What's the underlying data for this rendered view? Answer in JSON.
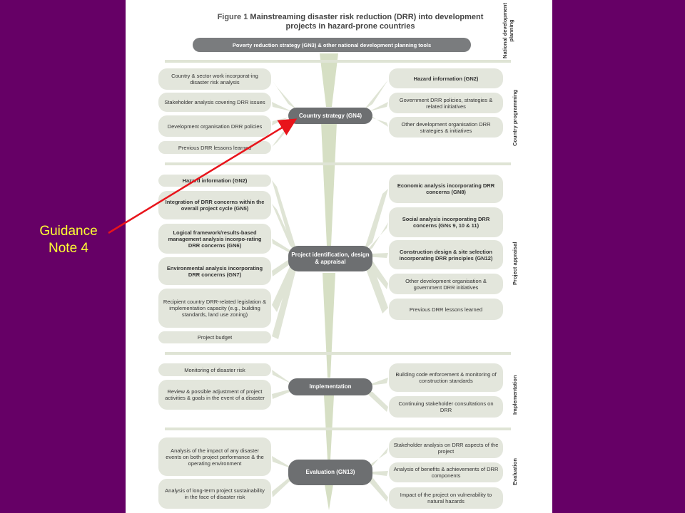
{
  "figure": {
    "label": "Figure 1",
    "title_line1": "Mainstreaming disaster risk reduction (DRR) into development",
    "title_line2": "projects in hazard-prone countries",
    "top_bar": "Poverty reduction strategy (GN3) & other national development planning tools"
  },
  "side_labels": {
    "national": "National development planning",
    "country": "Country programming",
    "appraisal": "Project appraisal",
    "implementation": "Implementation",
    "evaluation": "Evaluation"
  },
  "hubs": {
    "country_strategy": "Country strategy (GN4)",
    "project_id": "Project identification, design & appraisal",
    "implementation": "Implementation",
    "evaluation": "Evaluation (GN13)"
  },
  "country": {
    "left": [
      "Country & sector work incorporat-ing disaster risk analysis",
      "Stakeholder analysis covering DRR issues",
      "Development organisation DRR policies",
      "Previous DRR lessons learned"
    ],
    "right": [
      "Hazard information (GN2)",
      "Government DRR policies, strategies & related initiatives",
      "Other development organisation DRR strategies & initiatives"
    ]
  },
  "appraisal": {
    "left": [
      "Hazard information (GN2)",
      "Integration of DRR concerns within the overall project cycle (GN5)",
      "Logical framework/results-based management analysis incorpo-rating DRR concerns (GN6)",
      "Environmental analysis incorporating DRR concerns (GN7)",
      "Recipient country DRR-related legislation & implementation capacity (e.g., building standards, land use zoning)",
      "Project budget"
    ],
    "right": [
      "Economic analysis incorporating DRR concerns (GN8)",
      "Social analysis incorporating DRR concerns (GNs 9, 10 & 11)",
      "Construction design & site selection incorporating DRR principles (GN12)",
      "Other development organisation & government DRR initiatives",
      "Previous DRR lessons learned"
    ]
  },
  "implementation": {
    "left": [
      "Monitoring of disaster risk",
      "Review & possible adjustment of project activities & goals in the event of a disaster"
    ],
    "right": [
      "Building code enforcement & monitoring of construction standards",
      "Continuing stakeholder consultations on DRR"
    ]
  },
  "evaluation": {
    "left": [
      "Analysis of the impact of any disaster events on both project performance & the operating environment",
      "Analysis of long-term project sustainability in the face of disaster risk"
    ],
    "right": [
      "Stakeholder analysis on DRR aspects of the project",
      "Analysis of benefits & achievements of DRR components",
      "Impact of the project on vulnerability to natural hazards"
    ]
  },
  "annotation": {
    "text": "Guidance Note 4",
    "color": "#ffff33",
    "arrow_color": "#e8141b"
  },
  "colors": {
    "background": "#660066",
    "box_fill": "#e3e6dc",
    "hub_fill": "#6d6f71",
    "funnel": "#d6dfc4"
  }
}
